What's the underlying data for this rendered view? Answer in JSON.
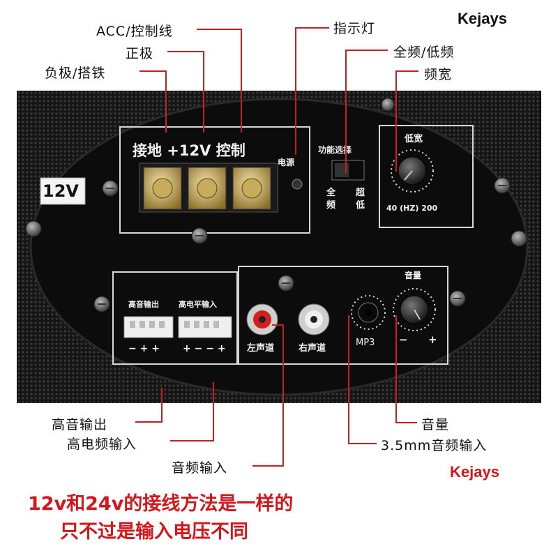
{
  "brand": {
    "top": "Kejays",
    "bottom": "Kejays"
  },
  "callouts": {
    "acc": "ACC/控制线",
    "positive": "正极",
    "negative": "负极/搭铁",
    "indicator": "指示灯",
    "full_low": "全频/低频",
    "bandwidth": "频宽",
    "tweeter_out": "高音输出",
    "high_level_in": "高电频输入",
    "audio_in": "音频输入",
    "volume": "音量",
    "aux_in": "3.5mm音频输入"
  },
  "panel": {
    "voltage_badge": "12V",
    "terminal_header": "接地 +12V 控制",
    "power_led_label": "电源",
    "function_select": "功能选择",
    "switch_left": "全频",
    "switch_right": "超低",
    "lowpass_title": "低宽",
    "lowpass_range": "40 (HZ) 200",
    "tweeter_out_label": "高音输出",
    "high_level_label": "高电平输入",
    "tweeter_polarity": "− + +",
    "high_level_polarity": "+ − − +",
    "rca_left": "左声道",
    "rca_right": "右声道",
    "mp3": "MP3",
    "volume_title": "音量",
    "volume_minus": "−",
    "volume_plus": "+"
  },
  "note": {
    "line1": "12v和24v的接线方法是一样的",
    "line2": "只不过是输入电压不同"
  },
  "colors": {
    "leader": "#c81e1e",
    "note": "#d4161a",
    "panel": "#141414",
    "rca_red": "#d21f1f"
  }
}
